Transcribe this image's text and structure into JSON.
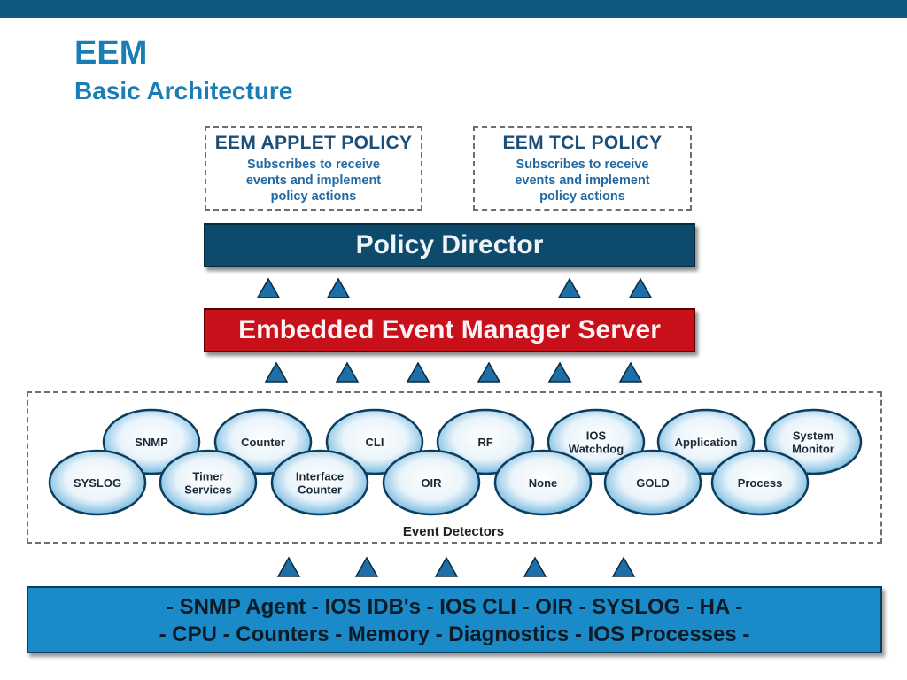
{
  "header": {
    "title": "EEM",
    "subtitle": "Basic Architecture"
  },
  "policies": [
    {
      "heading": "EEM APPLET POLICY",
      "body": "Subscribes to receive\nevents and implement\npolicy actions"
    },
    {
      "heading": "EEM TCL POLICY",
      "body": "Subscribes to receive\nevents and implement\npolicy actions"
    }
  ],
  "policy_director": "Policy Director",
  "server": "Embedded Event Manager Server",
  "event_detectors": {
    "label": "Event Detectors",
    "items": [
      "SNMP",
      "Counter",
      "CLI",
      "RF",
      "IOS\nWatchdog",
      "Application",
      "System\nMonitor",
      "SYSLOG",
      "Timer\nServices",
      "Interface\nCounter",
      "OIR",
      "None",
      "GOLD",
      "Process"
    ]
  },
  "sources": {
    "line1": "-  SNMP Agent  -  IOS IDB's  - IOS CLI  -  OIR  - SYSLOG  - HA  -",
    "line2": "-  CPU  - Counters  -  Memory  -  Diagnostics  - IOS Processes  -"
  },
  "colors": {
    "title": "#1a7db5",
    "policy_director": "#0e4a6c",
    "server": "#c8101a",
    "arrow": "#1e6fa8",
    "sources_bar": "#1b8ac9"
  }
}
